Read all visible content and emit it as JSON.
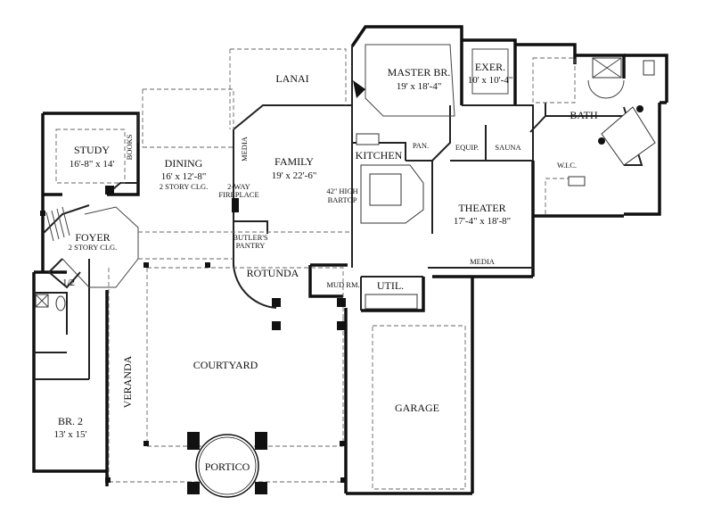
{
  "rooms": {
    "study": {
      "name": "STUDY",
      "size": "16'-8\" x 14'"
    },
    "books": "BOOKS",
    "dining": {
      "name": "DINING",
      "size": "16' x 12'-8\"",
      "note": "2 STORY CLG."
    },
    "media_small": "MEDIA",
    "fireplace": {
      "line1": "2-WAY",
      "line2": "FIREPLACE"
    },
    "family": {
      "name": "FAMILY",
      "size": "19' x 22'-6\""
    },
    "lanai": "LANAI",
    "master": {
      "name": "MASTER BR.",
      "size": "19' x 18'-4\""
    },
    "exer": {
      "name": "EXER.",
      "size": "10' x 10'-4\""
    },
    "bath": "BATH",
    "kitchen": "KITCHEN",
    "pan": "PAN.",
    "equip": "EQUIP.",
    "sauna": "SAUNA",
    "wic": "W.I.C.",
    "bartop": {
      "line1": "42\" HIGH",
      "line2": "BARTOP"
    },
    "theater": {
      "name": "THEATER",
      "size": "17'-4\" x 18'-8\""
    },
    "media_theater": "MEDIA",
    "foyer": {
      "name": "FOYER",
      "note": "2 STORY CLG."
    },
    "butlers": {
      "line1": "BUTLER'S",
      "line2": "PANTRY"
    },
    "rotunda": "ROTUNDA",
    "mudrm": "MUD RM.",
    "util": "UTIL.",
    "half_bath": "1/2",
    "veranda": "VERANDA",
    "courtyard": "COURTYARD",
    "garage": "GARAGE",
    "br2": {
      "name": "BR. 2",
      "size": "13' x 15'"
    },
    "portico": "PORTICO"
  }
}
